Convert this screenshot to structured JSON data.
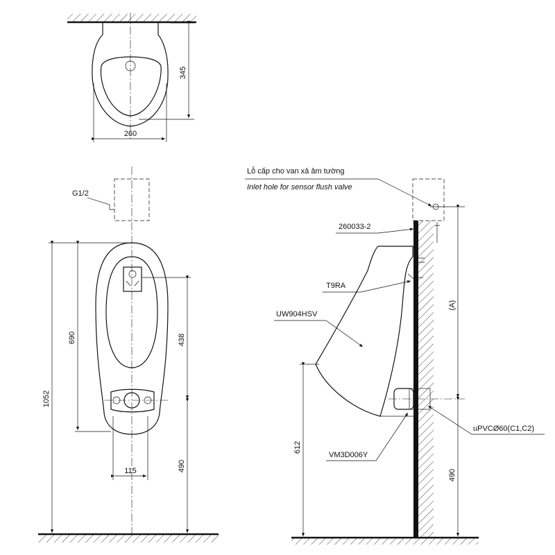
{
  "top_view": {
    "dim_depth": "345",
    "dim_width": "260"
  },
  "front_view": {
    "inlet_label": "G1/2",
    "dim_total_height": "1052",
    "dim_bowl_height": "690",
    "dim_sensor_to_drain": "438",
    "dim_drain_height": "490",
    "dim_drain_width": "115"
  },
  "side_view": {
    "inlet_label_vi": "Lỗ cấp cho van xả âm tường",
    "inlet_label_en": "Inlet hole for sensor flush valve",
    "part_bracket": "260033-2",
    "part_sensor": "T9RA",
    "part_urinal": "UW904HSV",
    "part_trap": "VM3D006Y",
    "part_pipe": "uPVCØ60(C1,C2)",
    "dim_a": "(A)",
    "dim_drain_height": "490",
    "dim_rim_height": "612"
  }
}
